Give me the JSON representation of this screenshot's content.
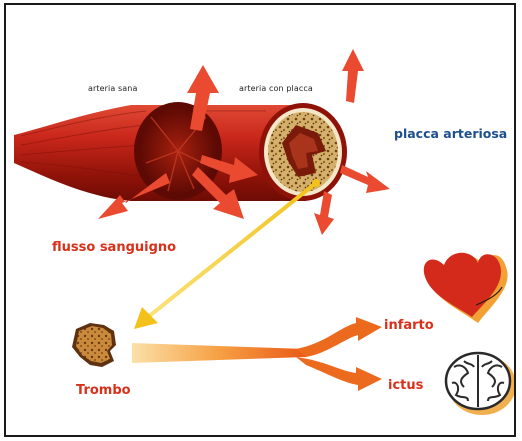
{
  "labels": {
    "healthy_artery": "arteria sana",
    "plaque_artery": "arteria con placca",
    "arterial_plaque": "placca arteriosa",
    "blood_flow": "flusso sanguigno",
    "thrombus": "Trombo",
    "heart_attack": "infarto",
    "stroke": "ictus"
  },
  "colors": {
    "artery_red": "#c8261a",
    "flow_red": "#ea4a30",
    "arrow_yellow": "#f2c21b",
    "orange": "#f08020",
    "text_red": "#d9301a",
    "text_blue": "#1d4f8c",
    "plaque_tan": "#c9a25c"
  },
  "icons": [
    "heart-icon",
    "brain-icon",
    "thrombus-icon"
  ]
}
